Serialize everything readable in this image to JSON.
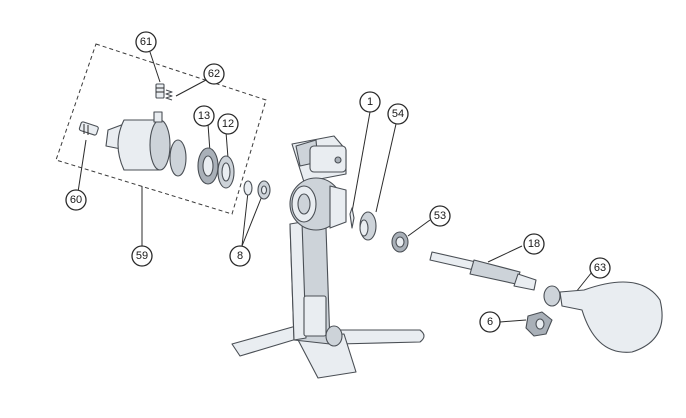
{
  "callouts": {
    "c61": "61",
    "c62": "62",
    "c13": "13",
    "c12": "12",
    "c60": "60",
    "c59": "59",
    "c8": "8",
    "c1": "1",
    "c54": "54",
    "c53": "53",
    "c18": "18",
    "c63": "63",
    "c6": "6"
  },
  "colors": {
    "line": "#2b2b2b",
    "metal_dark": "#a9b0b8",
    "metal_mid": "#cdd3d9",
    "metal_light": "#e9edf1",
    "background": "#ffffff"
  }
}
